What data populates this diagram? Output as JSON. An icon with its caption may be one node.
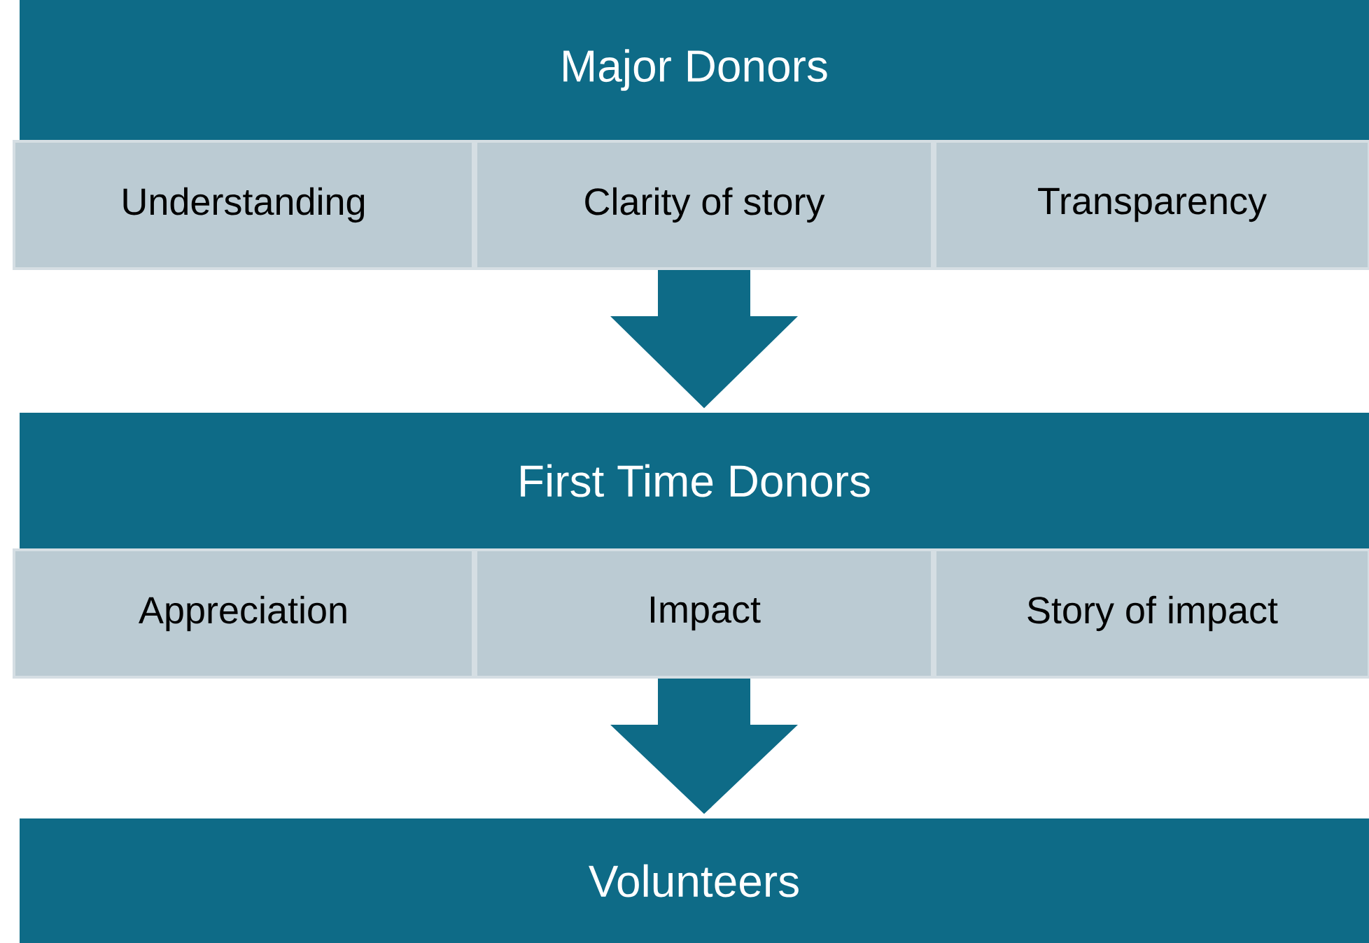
{
  "diagram": {
    "nodes": [
      {
        "text": [
          "Major Donors"
        ]
      },
      {
        "text": [
          "Understanding"
        ]
      },
      {
        "text": [
          "Clarity of story"
        ]
      },
      {
        "text": [
          "Transparency"
        ]
      },
      {
        "text": [
          "First Time Donors"
        ]
      },
      {
        "text": [
          "Appreciation"
        ]
      },
      {
        "text": [
          "Impact"
        ]
      },
      {
        "text": [
          "Story of impact"
        ]
      },
      {
        "text": [
          "Volunteers"
        ]
      }
    ],
    "edges": [
      {
        "from": 2,
        "to": 4,
        "arrow": "to"
      },
      {
        "from": 6,
        "to": 8,
        "arrow": "to"
      }
    ]
  }
}
